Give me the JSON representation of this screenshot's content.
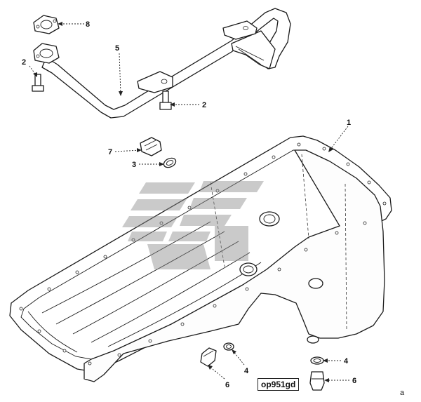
{
  "callouts": {
    "c1": "1",
    "c2a": "2",
    "c2b": "2",
    "c3": "3",
    "c4a": "4",
    "c4b": "4",
    "c5": "5",
    "c6a": "6",
    "c6b": "6",
    "c7": "7",
    "c8": "8"
  },
  "figure_code": "op951gd",
  "corner_mark": "a",
  "colors": {
    "line": "#1a1a1a",
    "watermark": "#8a8a8a",
    "background": "#ffffff"
  }
}
